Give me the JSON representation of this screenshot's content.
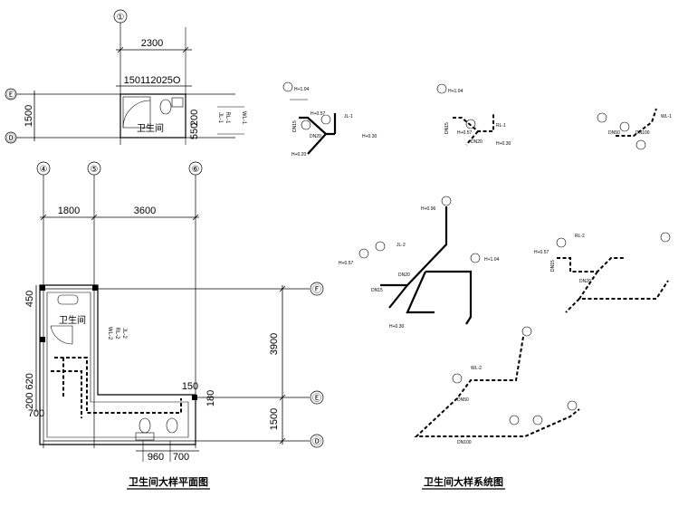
{
  "titles": {
    "plan": "卫生间大样平面图",
    "system": "卫生间大样系统图"
  },
  "axes": {
    "a1": "①",
    "a4": "④",
    "a5": "⑤",
    "a6": "⑥",
    "aE": "Ⓔ",
    "aD": "Ⓓ",
    "aF": "Ⓕ"
  },
  "dims": {
    "top_width": "2300",
    "top_detail": "150112025O",
    "top_height": "1500",
    "top_200": "200",
    "top_550": "550",
    "bay1": "1800",
    "bay2": "3600",
    "d450": "450",
    "d200_620": "200 620",
    "d700_left": "700",
    "d3900": "3900",
    "d1500": "1500",
    "d150": "150",
    "d180": "180",
    "d960": "960",
    "d700_bottom": "700"
  },
  "rooms": {
    "top_room": "卫生间",
    "plan_room": "卫生间"
  },
  "risers": {
    "top_wl": "WL-1",
    "top_rl": "RL-1",
    "top_jl": "JL-1",
    "plan_wl": "WL-2",
    "plan_rl": "RL-2",
    "plan_jl": "JL-2"
  },
  "system": {
    "g1_h104": "H+1.04",
    "g1_h057": "H+0.57",
    "g1_h030": "H+0.30",
    "g1_h020": "H+0.20",
    "g1_jl": "JL-1",
    "g1_dn15": "DN15",
    "g1_dn20": "DN20",
    "g2_h104": "H+1.04",
    "g2_h057": "H+0.57",
    "g2_h030": "H+0.30",
    "g2_rl": "RL-1",
    "g2_dn15": "DN15",
    "g2_dn20": "DN20",
    "g3_wl": "WL-1",
    "g3_dn50": "DN50",
    "g3_dn100": "DN100",
    "g4_h096": "H+0.96",
    "g4_h057": "H+0.57",
    "g4_h030": "H+0.30",
    "g4_h104": "H+1.04",
    "g4_jl": "JL-2",
    "g4_dn15": "DN15",
    "g4_dn20": "DN20",
    "g5_rl": "RL-2",
    "g5_h057": "H+0.57",
    "g5_dn15": "DN15",
    "g5_dn20": "DN20",
    "g6_wl": "WL-2",
    "g6_dn50": "DN50",
    "g6_dn100": "DN100"
  }
}
